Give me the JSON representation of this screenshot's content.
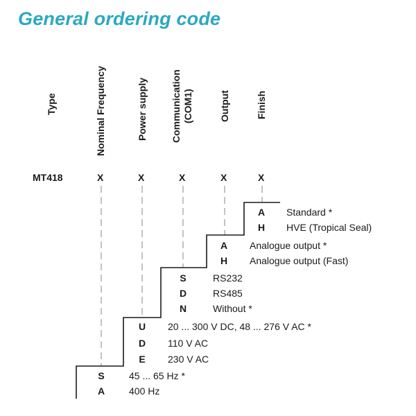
{
  "title": "General ordering code",
  "columns": {
    "type": "Type",
    "nominal_frequency": "Nominal Frequency",
    "power_supply": "Power supply",
    "communication_line1": "Communication",
    "communication_line2": "(COM1)",
    "output": "Output",
    "finish": "Finish"
  },
  "code": {
    "type": "MT418",
    "nominal_frequency": "X",
    "power_supply": "X",
    "communication": "X",
    "output": "X",
    "finish": "X"
  },
  "options": {
    "finish": [
      {
        "code": "A",
        "label": "Standard *"
      },
      {
        "code": "H",
        "label": "HVE (Tropical Seal)"
      }
    ],
    "output": [
      {
        "code": "A",
        "label": "Analogue output *"
      },
      {
        "code": "H",
        "label": "Analogue output (Fast)"
      }
    ],
    "communication": [
      {
        "code": "S",
        "label": "RS232"
      },
      {
        "code": "D",
        "label": "RS485"
      },
      {
        "code": "N",
        "label": "Without *"
      }
    ],
    "power_supply": [
      {
        "code": "U",
        "label": "20 ... 300 V DC, 48 ... 276 V AC *"
      },
      {
        "code": "D",
        "label": "110 V AC"
      },
      {
        "code": "E",
        "label": "230 V AC"
      }
    ],
    "nominal_frequency": [
      {
        "code": "S",
        "label": "45 ... 65 Hz *"
      },
      {
        "code": "A",
        "label": "400 Hz"
      }
    ]
  }
}
